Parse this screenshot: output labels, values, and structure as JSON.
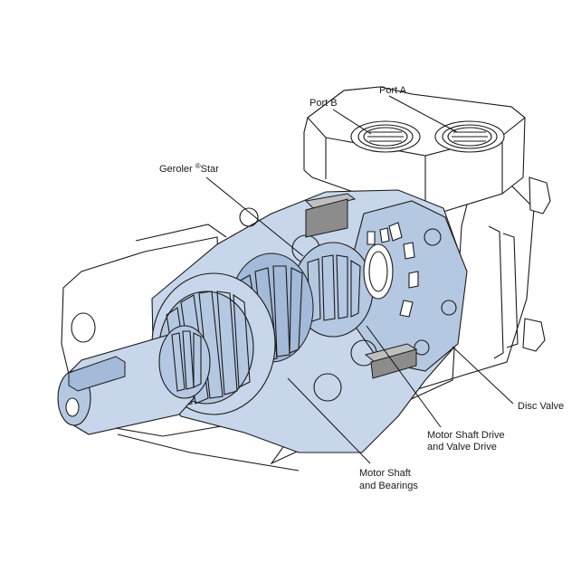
{
  "diagram": {
    "labels": {
      "port_b": "Port B",
      "port_a": "Port A",
      "geroler_star_prefix": "Geroler ",
      "geroler_star_mark": "®",
      "geroler_star_suffix": "Star",
      "disc_valve": "Disc Valve",
      "motor_shaft_drive_line1": "Motor Shaft Drive",
      "motor_shaft_drive_line2": "and  Valve Drive",
      "motor_shaft_bearings_line1": "Motor Shaft",
      "motor_shaft_bearings_line2": "and Bearings"
    },
    "colors": {
      "cutaway_fill": "#c7d6ea",
      "line": "#1a1a1a",
      "block": "#8c8c8c"
    }
  }
}
